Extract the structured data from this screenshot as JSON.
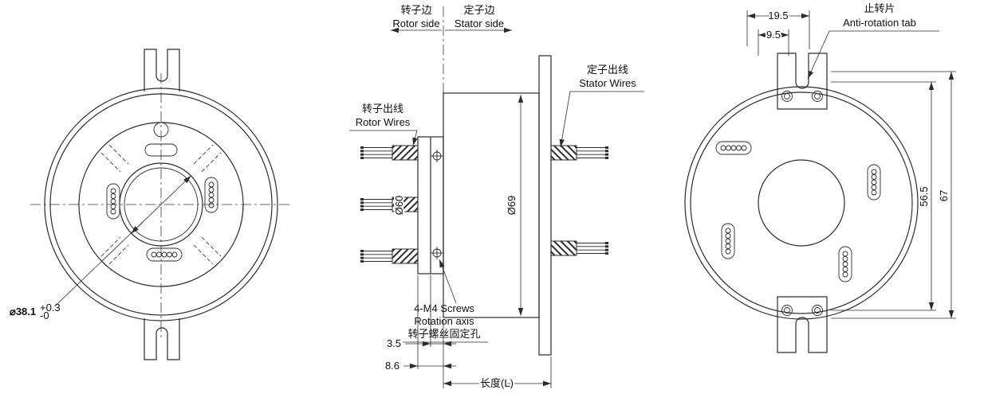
{
  "colors": {
    "line": "#2b2b2b",
    "background": "#ffffff"
  },
  "front_view": {
    "bore_dim": "⌀38.1",
    "bore_tol_plus": "+0.3",
    "bore_tol_minus": "-0"
  },
  "side_view": {
    "rotor_side_cn": "转子边",
    "rotor_side_en": "Rotor side",
    "stator_side_cn": "定子边",
    "stator_side_en": "Stator side",
    "rotor_wires_cn": "转子出线",
    "rotor_wires_en": "Rotor Wires",
    "stator_wires_cn": "定子出线",
    "stator_wires_en": "Stator Wires",
    "screws_en1": "4-M4 Screws",
    "screws_en2": "Rotation axis",
    "screws_cn": "转子螺丝固定孔",
    "dia_rotor": "Ø60",
    "dia_stator": "Ø69",
    "dim_3_5": "3.5",
    "dim_8_6": "8.6",
    "dim_length": "长度(L)"
  },
  "rear_view": {
    "tab_cn": "止转片",
    "tab_en": "Anti-rotation tab",
    "dim_19_5": "19.5",
    "dim_9_5": "9.5",
    "dim_56_5": "56.5",
    "dim_67": "67"
  }
}
